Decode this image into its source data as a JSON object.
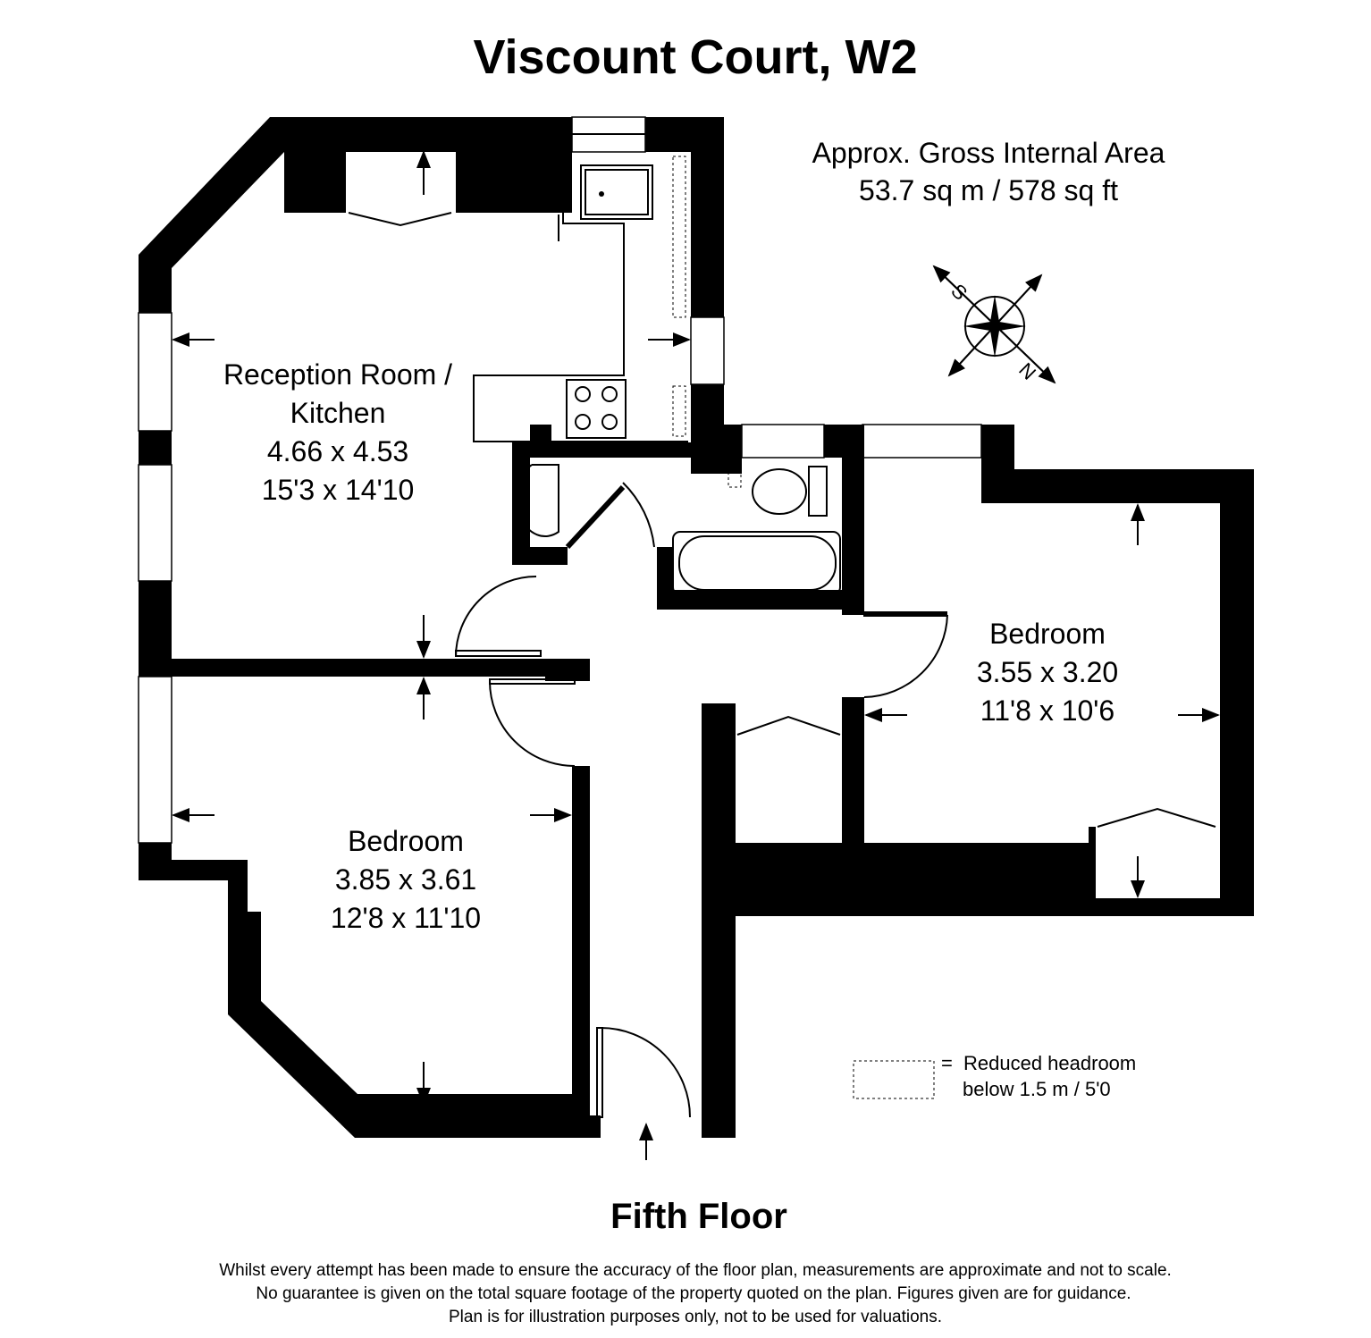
{
  "title": "Viscount Court, W2",
  "area": {
    "label": "Approx. Gross Internal Area",
    "value": "53.7 sq m / 578 sq ft"
  },
  "compass": {
    "north": "N",
    "south": "S"
  },
  "rooms": [
    {
      "name_line1": "Reception Room /",
      "name_line2": "Kitchen",
      "metric": "4.66 x 4.53",
      "imperial": "15'3 x 14'10"
    },
    {
      "name": "Bedroom",
      "metric": "3.55 x 3.20",
      "imperial": "11'8 x 10'6"
    },
    {
      "name": "Bedroom",
      "metric": "3.85 x 3.61",
      "imperial": "12'8 x 11'10"
    }
  ],
  "legend": {
    "equals": "=",
    "line1": "Reduced headroom",
    "line2": "below 1.5 m / 5'0"
  },
  "floor_label": "Fifth Floor",
  "disclaimer": [
    "Whilst every attempt has been made to ensure the accuracy of the floor plan, measurements are approximate and not to scale.",
    "No guarantee is given on the total square footage of the property quoted on the plan. Figures given are for guidance.",
    "Plan is for illustration purposes only, not to be used for valuations."
  ]
}
